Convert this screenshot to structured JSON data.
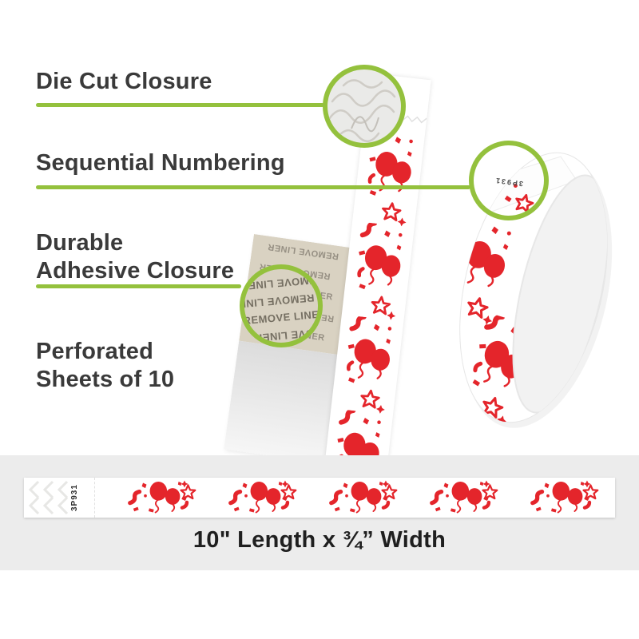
{
  "features": {
    "die_cut": "Die Cut Closure",
    "sequential": "Sequential Numbering",
    "adhesive_line1": "Durable",
    "adhesive_line2": "Adhesive Closure",
    "perforated_line1": "Perforated",
    "perforated_line2": "Sheets of 10"
  },
  "wristband": {
    "serial_number": "3P931",
    "liner_text": "REMOVE LINER",
    "dimension_label": "10\" Length x ¾” Width"
  },
  "colors": {
    "accent_green": "#94c13d",
    "pattern_red": "#e4252b",
    "text_dark": "#3a3a3a",
    "bottom_band_gray": "#ececec",
    "liner_beige": "#d9d2c2"
  }
}
